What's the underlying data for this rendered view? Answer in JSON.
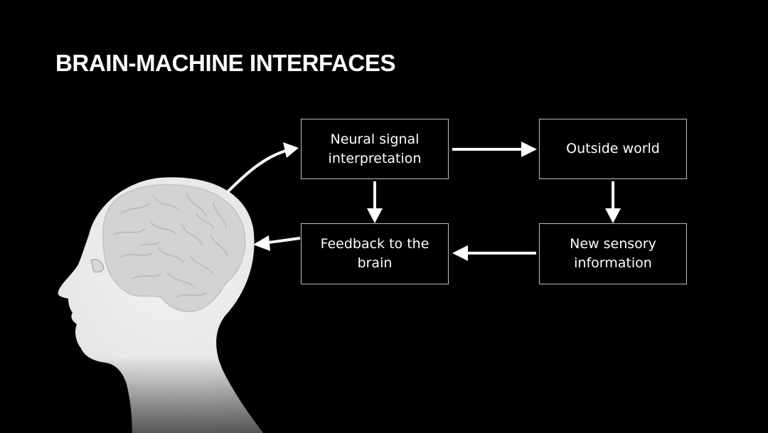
{
  "slide": {
    "title": "BRAIN-MACHINE INTERFACES"
  },
  "diagram": {
    "nodes": {
      "neural_signal": "Neural signal\ninterpretation",
      "outside_world": "Outside world",
      "feedback": "Feedback to the\nbrain",
      "new_sensory": "New sensory\ninformation"
    },
    "edges": [
      {
        "from": "brain",
        "to": "neural_signal"
      },
      {
        "from": "neural_signal",
        "to": "outside_world"
      },
      {
        "from": "outside_world",
        "to": "new_sensory"
      },
      {
        "from": "new_sensory",
        "to": "feedback"
      },
      {
        "from": "neural_signal",
        "to": "feedback"
      },
      {
        "from": "feedback",
        "to": "brain"
      }
    ]
  },
  "colors": {
    "background": "#000000",
    "text": "#ffffff",
    "box_border": "#bdbdbd",
    "arrow": "#ffffff"
  },
  "icons": {
    "head": "human-head-profile-with-brain"
  }
}
